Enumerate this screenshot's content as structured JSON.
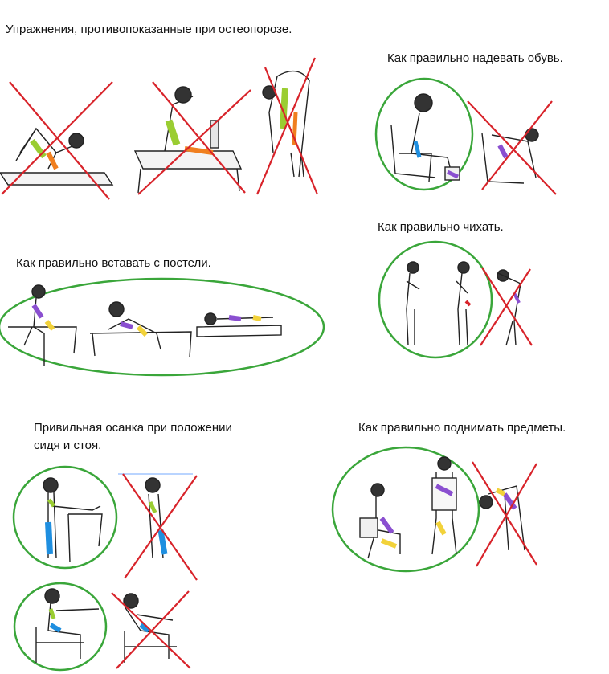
{
  "captions": {
    "contraindicated": "Упражнения, противопоказанные при остеопорозе.",
    "shoes": "Как правильно надевать обувь.",
    "sneeze": "Как правильно чихать.",
    "getting_up": "Как правильно вставать с постели.",
    "posture_line1": "Привильная осанка при положении",
    "posture_line2": "сидя и стоя.",
    "lifting": "Как правильно поднимать предметы."
  },
  "colors": {
    "correct_circle": "#3aa63a",
    "wrong_cross": "#d8232a",
    "figure_line": "#222222",
    "highlight_green": "#9acd32",
    "highlight_orange": "#f07f1f",
    "highlight_purple": "#8a4fd0",
    "highlight_blue": "#1f8fe0",
    "highlight_yellow": "#f2d23a"
  }
}
